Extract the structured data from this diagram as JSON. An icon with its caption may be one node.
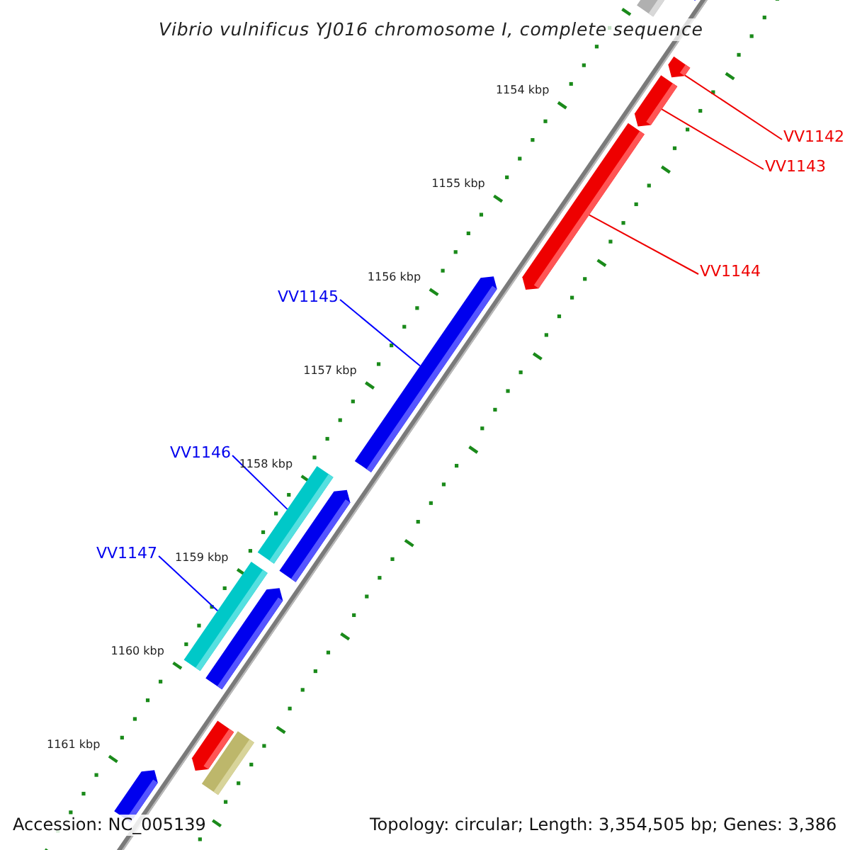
{
  "diagram": {
    "title": "Vibrio vulnificus YJ016 chromosome I, complete sequence",
    "nodes": [
      {
        "text": [
          "VV1142"
        ]
      },
      {
        "text": [
          "VV1143"
        ]
      },
      {
        "text": [
          "VV1144"
        ]
      },
      {
        "text": [
          "VV1145"
        ]
      },
      {
        "text": [
          "VV1146"
        ]
      },
      {
        "text": [
          "VV1147"
        ]
      },
      {
        "text": [],
        "shape": "bar"
      },
      {
        "text": [],
        "shape": "bar"
      },
      {
        "text": [],
        "shape": "bar"
      },
      {
        "text": [],
        "shape": "bar"
      },
      {
        "text": [],
        "shape": "bar"
      },
      {
        "text": [],
        "shape": "bar"
      },
      {
        "text": [],
        "shape": "bar"
      },
      {
        "text": [],
        "shape": "bar"
      },
      {
        "text": [],
        "shape": "bar"
      },
      {
        "text": [],
        "shape": "bar"
      },
      {
        "text": [],
        "shape": "bar"
      },
      {
        "text": [],
        "shape": "bar"
      },
      {
        "text": [],
        "shape": "bar"
      }
    ],
    "edges": [
      {
        "from": 0,
        "to": 8,
        "arrow": "none"
      },
      {
        "from": 1,
        "to": 9,
        "arrow": "none"
      },
      {
        "from": 2,
        "to": 10,
        "arrow": "none"
      },
      {
        "from": 3,
        "to": 11,
        "arrow": "none",
        "color": "#0000ff"
      },
      {
        "from": 4,
        "to": 12,
        "arrow": "none",
        "color": "#0000ff"
      },
      {
        "from": 5,
        "to": 14,
        "arrow": "none",
        "color": "#0000ff"
      }
    ],
    "labels": [
      "1154 kbp",
      "1155 kbp",
      "1156 kbp",
      "1157 kbp",
      "1158 kbp",
      "1159 kbp",
      "1160 kbp",
      "1161 kbp",
      "Accession: NC_005139",
      "Topology: circular; Length: 3,354,505 bp; Genes: 3,386"
    ]
  }
}
